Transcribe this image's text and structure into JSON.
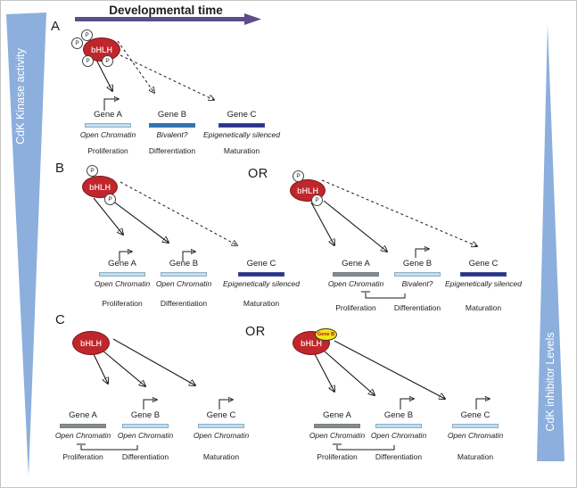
{
  "colors": {
    "wedge_blue": "#8cafdd",
    "timeline_purple": "#5d4d8a",
    "factor_red": "#c0272d",
    "cargo_yellow": "#f2e41c",
    "bar_open_light_blue": "#bedff2",
    "bar_bivalent_blue": "#2e74b5",
    "bar_silenced_navy": "#2c3191",
    "bar_repressed_gray": "#8a8a8a"
  },
  "timeline": {
    "label": "Developmental time"
  },
  "left_gradient": {
    "label": "CdK Kinase activity"
  },
  "right_gradient": {
    "label": "CdK inhibitor Levels"
  },
  "phospho_label": "P",
  "panels": [
    {
      "letter": "A",
      "variants": [
        {
          "factor": {
            "label": "bHLH",
            "phosphorylations": 4
          },
          "genes": [
            {
              "name": "Gene A",
              "state": "Open Chromatin",
              "phase": "Proliferation",
              "bar_color": "#bedff2"
            },
            {
              "name": "Gene B",
              "state": "Bivalent?",
              "phase": "Differentiation",
              "bar_color": "#2e74b5"
            },
            {
              "name": "Gene C",
              "state": "Epigenetically silenced",
              "phase": "Maturation",
              "bar_color": "#2c3191"
            }
          ]
        }
      ]
    },
    {
      "letter": "B",
      "or_label": "OR",
      "variants": [
        {
          "factor": {
            "label": "bHLH",
            "phosphorylations": 2
          },
          "genes": [
            {
              "name": "Gene A",
              "state": "Open Chromatin",
              "phase": "Proliferation",
              "bar_color": "#bedff2"
            },
            {
              "name": "Gene B",
              "state": "Open Chromatin",
              "phase": "Differentiation",
              "bar_color": "#bedff2"
            },
            {
              "name": "Gene C",
              "state": "Epigenetically silenced",
              "phase": "Maturation",
              "bar_color": "#2c3191"
            }
          ]
        },
        {
          "factor": {
            "label": "bHLH",
            "phosphorylations": 2
          },
          "genes": [
            {
              "name": "Gene A",
              "state": "Open Chromatin",
              "phase": "Proliferation",
              "bar_color": "#8a8a8a"
            },
            {
              "name": "Gene B",
              "state": "Bivalent?",
              "phase": "Differentiation",
              "bar_color": "#bedff2"
            },
            {
              "name": "Gene C",
              "state": "Epigenetically silenced",
              "phase": "Maturation",
              "bar_color": "#2c3191"
            }
          ]
        }
      ]
    },
    {
      "letter": "C",
      "or_label": "OR",
      "variants": [
        {
          "factor": {
            "label": "bHLH",
            "phosphorylations": 0
          },
          "genes": [
            {
              "name": "Gene A",
              "state": "Open Chromatin",
              "phase": "Proliferation",
              "bar_color": "#8a8a8a"
            },
            {
              "name": "Gene B",
              "state": "Open Chromatin",
              "phase": "Differentiation",
              "bar_color": "#bedff2"
            },
            {
              "name": "Gene C",
              "state": "Open Chromatin",
              "phase": "Maturation",
              "bar_color": "#bedff2"
            }
          ]
        },
        {
          "factor": {
            "label": "bHLH",
            "cargo": "Gene B",
            "phosphorylations": 0
          },
          "genes": [
            {
              "name": "Gene A",
              "state": "Open Chromatin",
              "phase": "Proliferation",
              "bar_color": "#8a8a8a"
            },
            {
              "name": "Gene B",
              "state": "Open Chromatin",
              "phase": "Differentiation",
              "bar_color": "#bedff2"
            },
            {
              "name": "Gene C",
              "state": "Open Chromatin",
              "phase": "Maturation",
              "bar_color": "#bedff2"
            }
          ]
        }
      ]
    }
  ]
}
